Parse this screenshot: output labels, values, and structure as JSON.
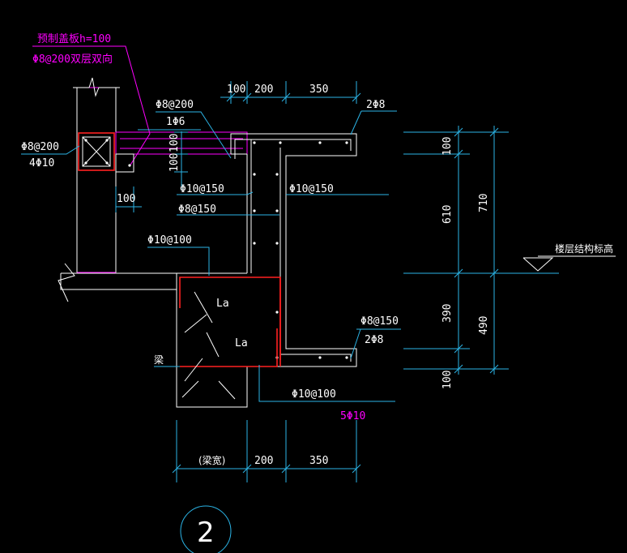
{
  "labels": {
    "precast_slab": "预制盖板h=100",
    "precast_slab_bars": "Φ8@200双层双向",
    "wall_bars": "Φ8@200",
    "wall_bars_2": "4Φ10",
    "top_bar_a": "Φ8@200",
    "top_bar_b": "1Φ6",
    "dim_100_top": "100",
    "dim_200_top": "200",
    "dim_350_top": "350",
    "top_long": "2Φ8",
    "dim_100_v1": "100",
    "dim_100_v2": "100",
    "dim_100_h": "100",
    "stirrup_1": "Φ10@150",
    "stirrup_2": "Φ10@150",
    "stirrup_3": "Φ8@150",
    "beam_bar": "Φ10@100",
    "la_1": "La",
    "la_2": "La",
    "beam_label": "梁",
    "bottom_bar_a": "Φ8@150",
    "bottom_bar_b": "2Φ8",
    "base_bar": "Φ10@100",
    "base_bar_2": "5Φ10",
    "dim_beam_width": "(梁宽)",
    "dim_200_bottom": "200",
    "dim_350_bottom": "350",
    "dim_r_100_top": "100",
    "dim_r_610": "610",
    "dim_r_710": "710",
    "dim_r_390": "390",
    "dim_r_490": "490",
    "dim_r_100_bottom": "100",
    "floor_level": "楼层结构标高",
    "detail_number": "2"
  },
  "colors": {
    "background": "#000000",
    "outline": "#ffffff",
    "dimension": "#2bb4e6",
    "annotation": "#ff00ff",
    "rebar_highlight": "#ff2020"
  }
}
